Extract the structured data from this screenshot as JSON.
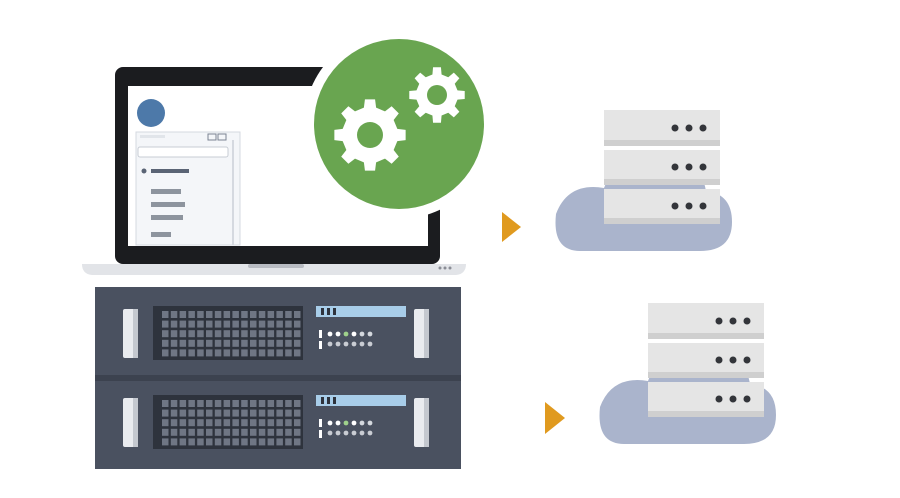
{
  "illustration": {
    "laptop": {
      "icon": "laptop-icon",
      "screen_ui": "app-window-mockup"
    },
    "settings_badge": {
      "icon": "gears-icon",
      "color": "#69a550"
    },
    "rack_server": {
      "icon": "rack-server-icon",
      "units": [
        {
          "name": "rack-unit-top"
        },
        {
          "name": "rack-unit-bottom"
        }
      ],
      "colors": {
        "frame": "#4a5160",
        "panel": "#5f6674",
        "display": "#a8cde9",
        "led_green": "#9fd18b"
      }
    },
    "arrows": {
      "icon": "play-arrow-icon",
      "color": "#e09a1f"
    },
    "cloud_servers": [
      {
        "name": "cloud-server-top",
        "icon": "cloud-server-icon"
      },
      {
        "name": "cloud-server-bottom",
        "icon": "cloud-server-icon"
      }
    ],
    "colors": {
      "cloud": "#aab4cc",
      "server_box": "#e5e5e5",
      "dots": "#33353a"
    }
  }
}
